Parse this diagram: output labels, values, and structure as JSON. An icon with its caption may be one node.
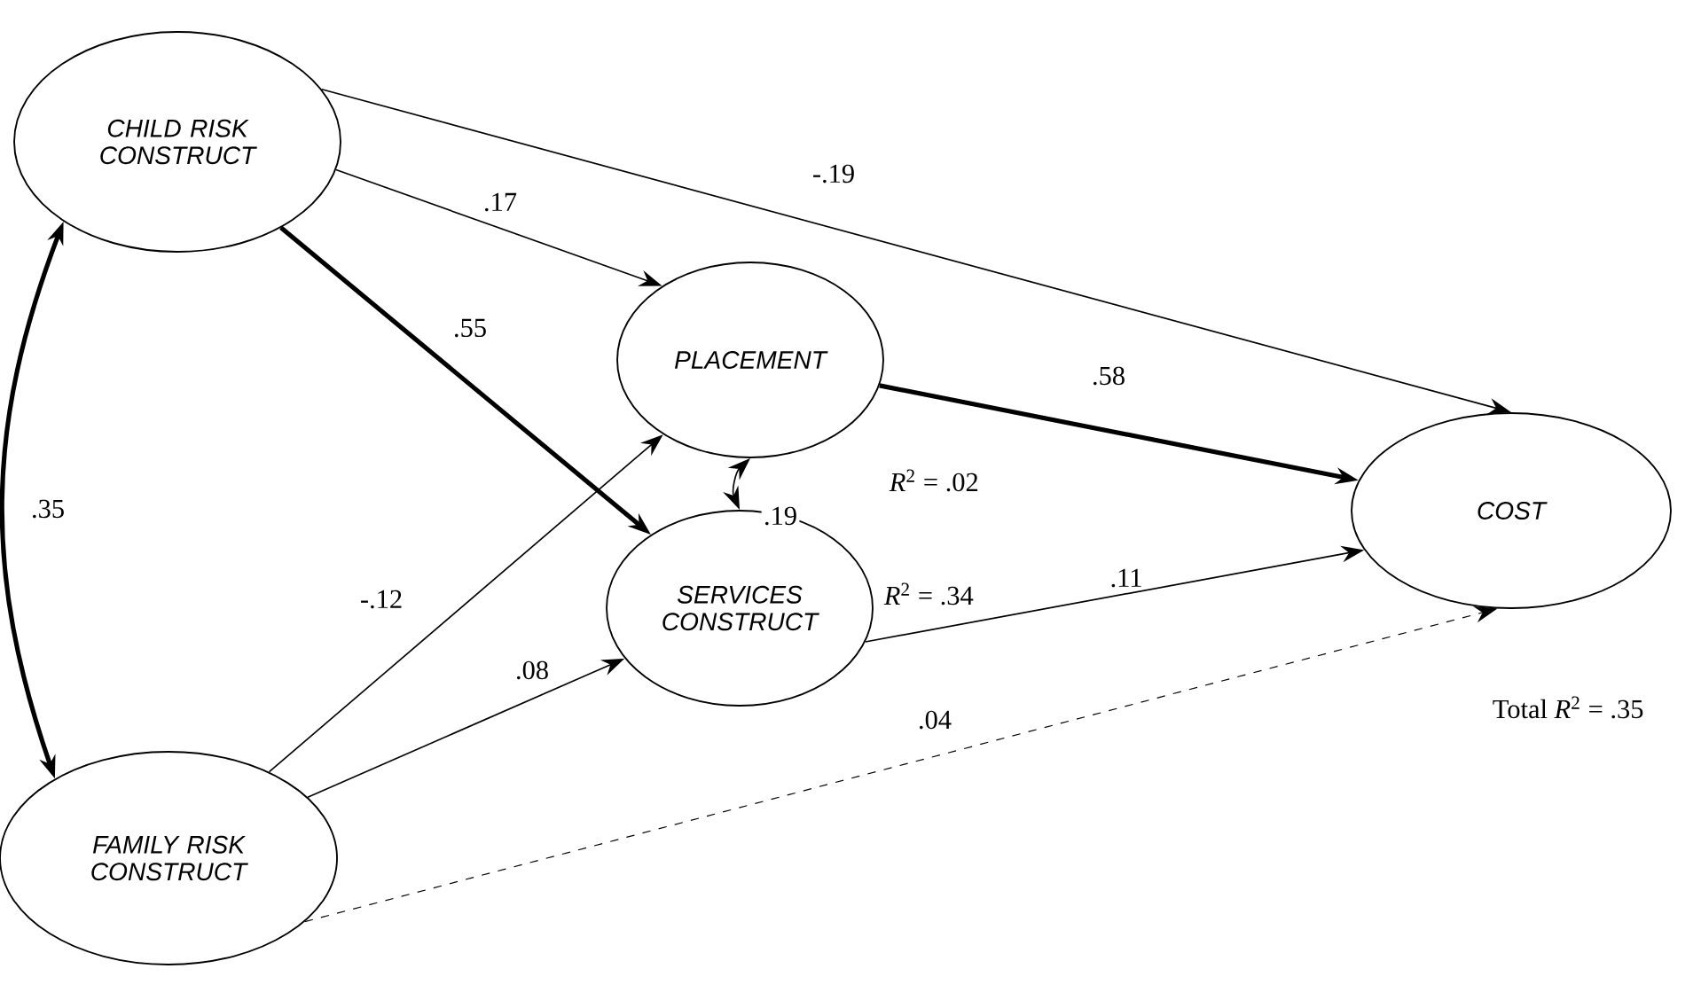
{
  "diagram": {
    "nodes": [
      {
        "text": [
          "CHILD RISK CONSTRUCT"
        ]
      },
      {
        "text": [
          "FAMILY RISK CONSTRUCT"
        ]
      },
      {
        "text": [
          "PLACEMENT"
        ],
        "beside": [
          "*R*$^{2}$ = .02"
        ]
      },
      {
        "text": [
          "SERVICES CONSTRUCT"
        ],
        "beside": [
          "*R*$^{2}$ = .34"
        ]
      },
      {
        "text": [
          "COST"
        ],
        "beside": [
          "Total *R*$^{2}$ = .35"
        ]
      }
    ],
    "edges": [
      {
        "from": 0,
        "to": 4,
        "arrow": "to",
        "label": "-.19"
      },
      {
        "from": 0,
        "to": 2,
        "arrow": "to",
        "label": ".17"
      },
      {
        "from": 0,
        "to": 3,
        "arrow": "to",
        "label": ".55",
        "style": "thick"
      },
      {
        "from": 0,
        "to": 1,
        "arrow": "both",
        "label": ".35",
        "style": "thick"
      },
      {
        "from": 2,
        "to": 4,
        "arrow": "to",
        "label": ".58",
        "style": "thick"
      },
      {
        "from": 2,
        "to": 3,
        "arrow": "both",
        "label": ".19"
      },
      {
        "from": 3,
        "to": 4,
        "arrow": "to",
        "label": ".11"
      },
      {
        "from": 1,
        "to": 2,
        "arrow": "to",
        "label": "-.12"
      },
      {
        "from": 1,
        "to": 3,
        "arrow": "to",
        "label": ".08"
      },
      {
        "from": 1,
        "to": 4,
        "arrow": "to",
        "label": ".04",
        "style": "dashed"
      }
    ]
  }
}
